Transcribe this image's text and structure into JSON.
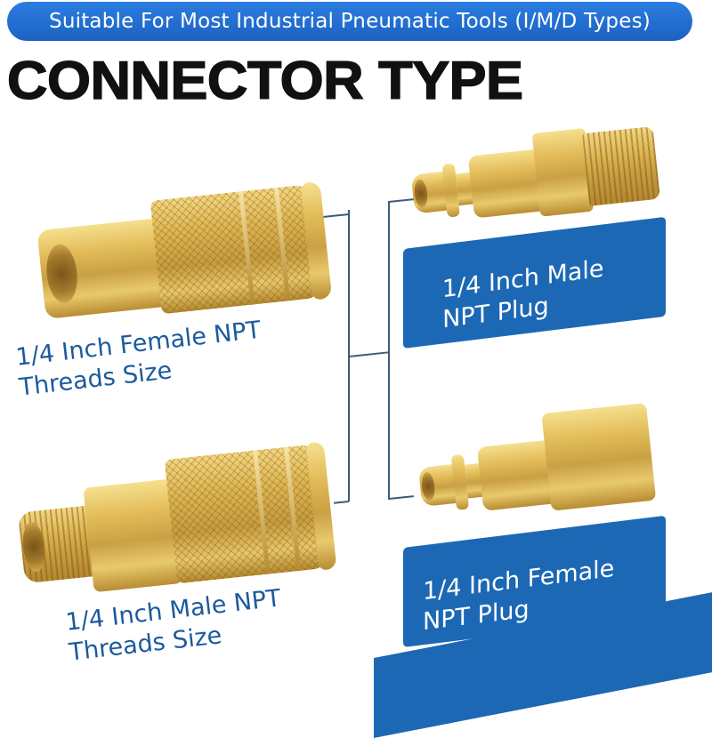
{
  "banner": {
    "text": "Suitable For Most Industrial Pneumatic Tools (I/M/D Types)",
    "color": "#1f6fd1"
  },
  "title": "CONNECTOR TYPE",
  "connectors": {
    "left": [
      {
        "id": "female-coupler",
        "label_line1": "1/4 Inch Female NPT",
        "label_line2": "Threads Size"
      },
      {
        "id": "male-coupler",
        "label_line1": "1/4 Inch Male NPT",
        "label_line2": "Threads Size"
      }
    ],
    "right": [
      {
        "id": "male-plug",
        "label_line1": "1/4 Inch Male",
        "label_line2": "NPT Plug"
      },
      {
        "id": "female-plug",
        "label_line1": "1/4 Inch Female",
        "label_line2": "NPT Plug"
      }
    ]
  },
  "colors": {
    "label_text_blue": "#1c5a9e",
    "label_box_blue": "#1c68b5",
    "bracket_line": "#3e5a78",
    "brass": "#d9b350"
  }
}
